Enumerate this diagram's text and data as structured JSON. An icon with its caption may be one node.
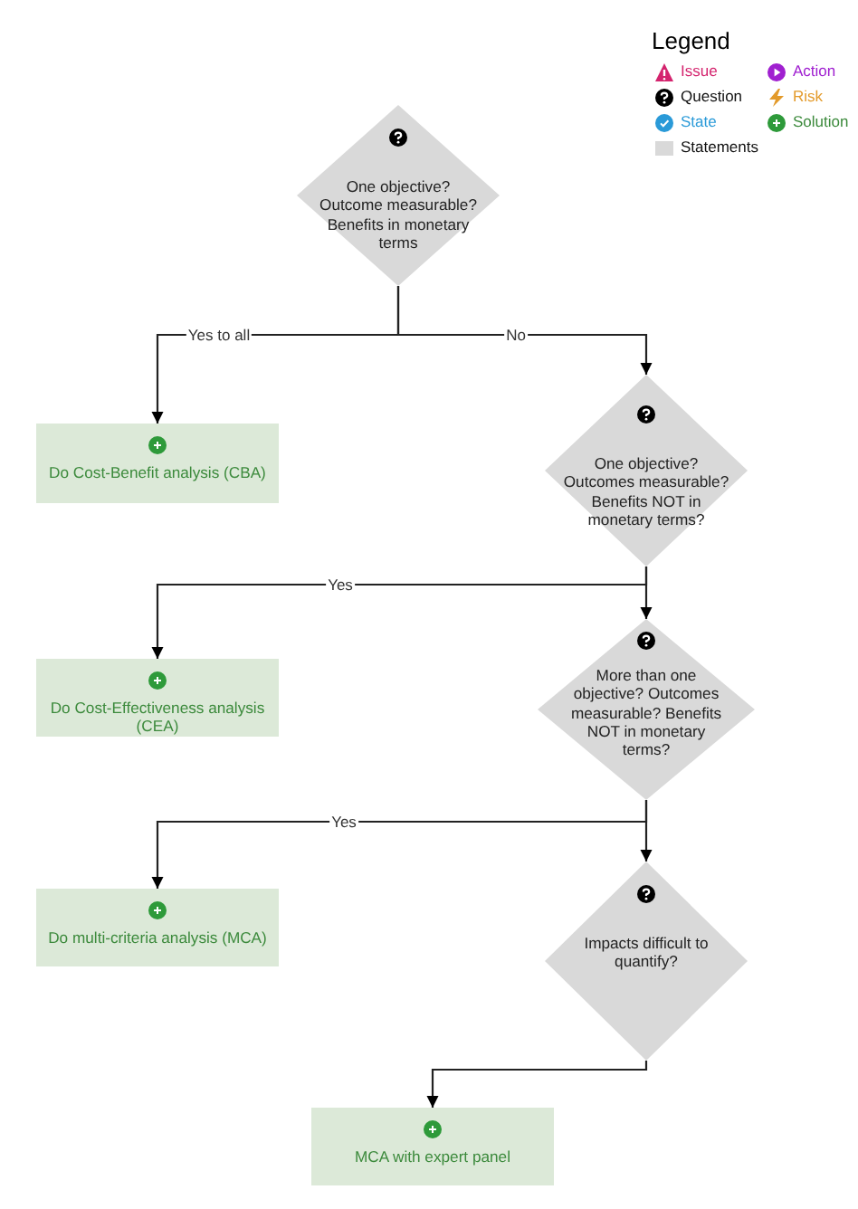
{
  "diagram": {
    "nodes": [
      {
        "text": [
          "One objective? Outcome measurable? Benefits in monetary terms"
        ]
      },
      {
        "text": [
          "Do Cost-Benefit analysis (CBA)"
        ]
      },
      {
        "text": [
          "One objective? Outcomes measurable? Benefits NOT in monetary terms?"
        ]
      },
      {
        "text": [
          "Do Cost-Effectiveness analysis (CEA)"
        ]
      },
      {
        "text": [
          "More than one objective? Outcomes measurable? Benefits NOT in monetary terms?"
        ]
      },
      {
        "text": [
          "Do multi-criteria analysis (MCA)"
        ]
      },
      {
        "text": [
          "Impacts difficult to quantify?"
        ]
      },
      {
        "text": [
          "MCA with expert panel"
        ]
      }
    ],
    "edges": [
      {
        "from": 0,
        "to": 1,
        "arrow": "to",
        "label": "Yes to all"
      },
      {
        "from": 0,
        "to": 2,
        "arrow": "to",
        "label": "No"
      },
      {
        "from": 2,
        "to": 3,
        "arrow": "to",
        "label": "Yes"
      },
      {
        "from": 2,
        "to": 4,
        "arrow": "to"
      },
      {
        "from": 4,
        "to": 5,
        "arrow": "to",
        "label": "Yes"
      },
      {
        "from": 4,
        "to": 6,
        "arrow": "to"
      },
      {
        "from": 6,
        "to": 7,
        "arrow": "to"
      }
    ],
    "labels": [
      "Legend"
    ],
    "legend": [
      {
        "text": "Issue"
      },
      {
        "text": "Action"
      },
      {
        "text": "Question"
      },
      {
        "text": "Risk"
      },
      {
        "text": "State"
      },
      {
        "text": "Solution"
      },
      {
        "text": "Statements",
        "color": "#d9d9d9"
      }
    ]
  }
}
